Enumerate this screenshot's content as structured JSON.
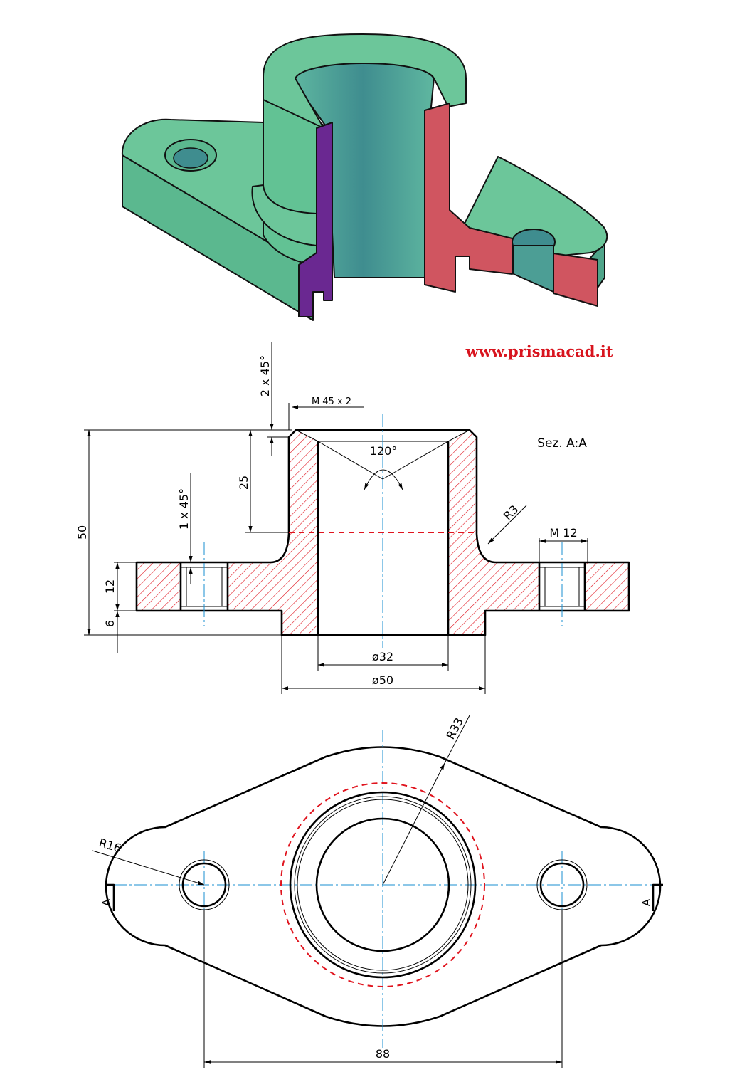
{
  "brand": {
    "url_text": "www.prismacad.it",
    "color": "#d8141e"
  },
  "colors": {
    "body": "#62c294",
    "body_dark": "#4aa487",
    "bore": "#4c9e95",
    "cut_red": "#d05560",
    "cut_purple": "#6a2891",
    "hatch": "#e0141e",
    "centerline": "#1a8fd0"
  },
  "section": {
    "label": "Sez. A:A",
    "dims": {
      "chamfer_top": "2 x 45°",
      "thread_main": "M 45 x 2",
      "height_upper": "25",
      "total_height": "50",
      "chamfer_hole": "1 x 45°",
      "flange_thickness": "12",
      "base_step": "6",
      "angle": "120°",
      "fillet": "R3",
      "thread_hole": "M 12",
      "bore_diameter": "ø32",
      "outer_diameter": "ø50"
    }
  },
  "plan": {
    "dims": {
      "large_radius": "R33",
      "lug_radius": "R16",
      "section_mark_left": "A",
      "section_mark_right": "A",
      "hole_spacing": "88"
    }
  }
}
